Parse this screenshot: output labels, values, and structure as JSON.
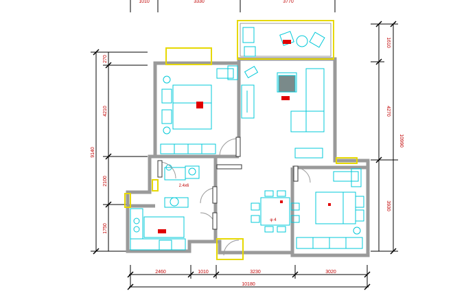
{
  "dimensions": {
    "top": [
      "1010",
      "3330",
      "3770"
    ],
    "bottom": [
      "2460",
      "1010",
      "3230",
      "3020"
    ],
    "bottom_total": "10180",
    "left_total": "9140",
    "left": [
      "270",
      "4210",
      "2100",
      "1750"
    ],
    "right_total": "10990",
    "right": [
      "1610",
      "4270",
      "3930"
    ]
  },
  "labels": {
    "bathroom_note": "2.4x6",
    "small_note": "φ·4"
  },
  "colors": {
    "wall": "#9a9a9a",
    "furniture": "#00c8d8",
    "dim_line": "#000000",
    "window": "#e6d800",
    "accent": "#e00000",
    "text": "#c00000"
  }
}
